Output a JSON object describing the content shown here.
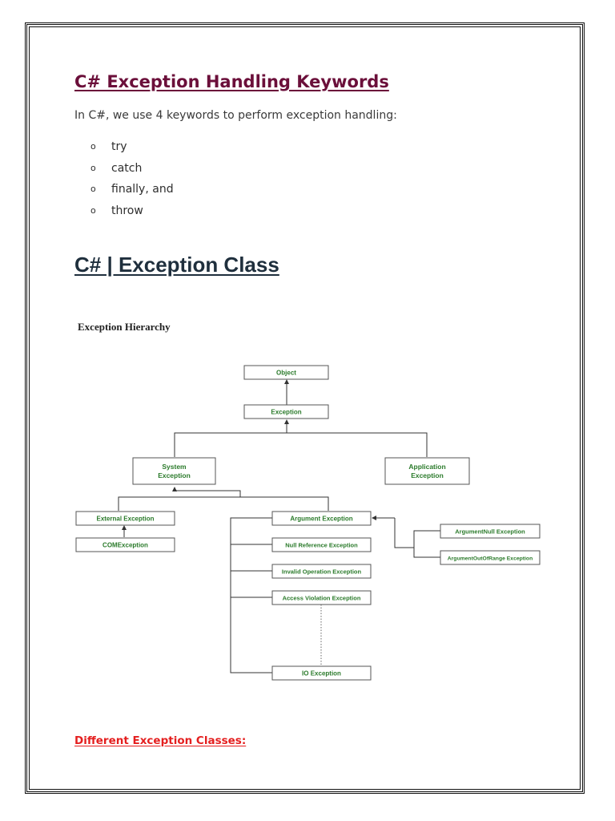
{
  "keywords_section": {
    "title": "C# Exception Handling Keywords",
    "intro": "In C#, we use 4 keywords to perform exception handling:",
    "bullet_glyph": "o",
    "items": [
      "try",
      "catch",
      "finally, and",
      "throw"
    ]
  },
  "class_section": {
    "title": "C# | Exception Class"
  },
  "diagram": {
    "title": "Exception Hierarchy",
    "nodes": {
      "object": "Object",
      "exception": "Exception",
      "system_exception": [
        "System",
        "Exception"
      ],
      "application_exception": [
        "Application",
        "Exception"
      ],
      "external_exception": "External Exception",
      "com_exception": "COMException",
      "argument_exception": "Argument Exception",
      "null_reference_exception": "Null Reference Exception",
      "invalid_operation_exception": "Invalid Operation Exception",
      "access_violation_exception": "Access Violation Exception",
      "io_exception": "IO Exception",
      "argumentnull_exception": "ArgumentNull Exception",
      "argumentoutofrange_exception": "ArgumentOutOfRange Exception"
    }
  },
  "footer_section": {
    "title": "Different Exception Classes:"
  },
  "colors": {
    "heading_maroon": "#6b0f3a",
    "heading_navy": "#1f2f3d",
    "diagram_label_green": "#2a7a2a",
    "footer_red": "#e41f1f"
  }
}
